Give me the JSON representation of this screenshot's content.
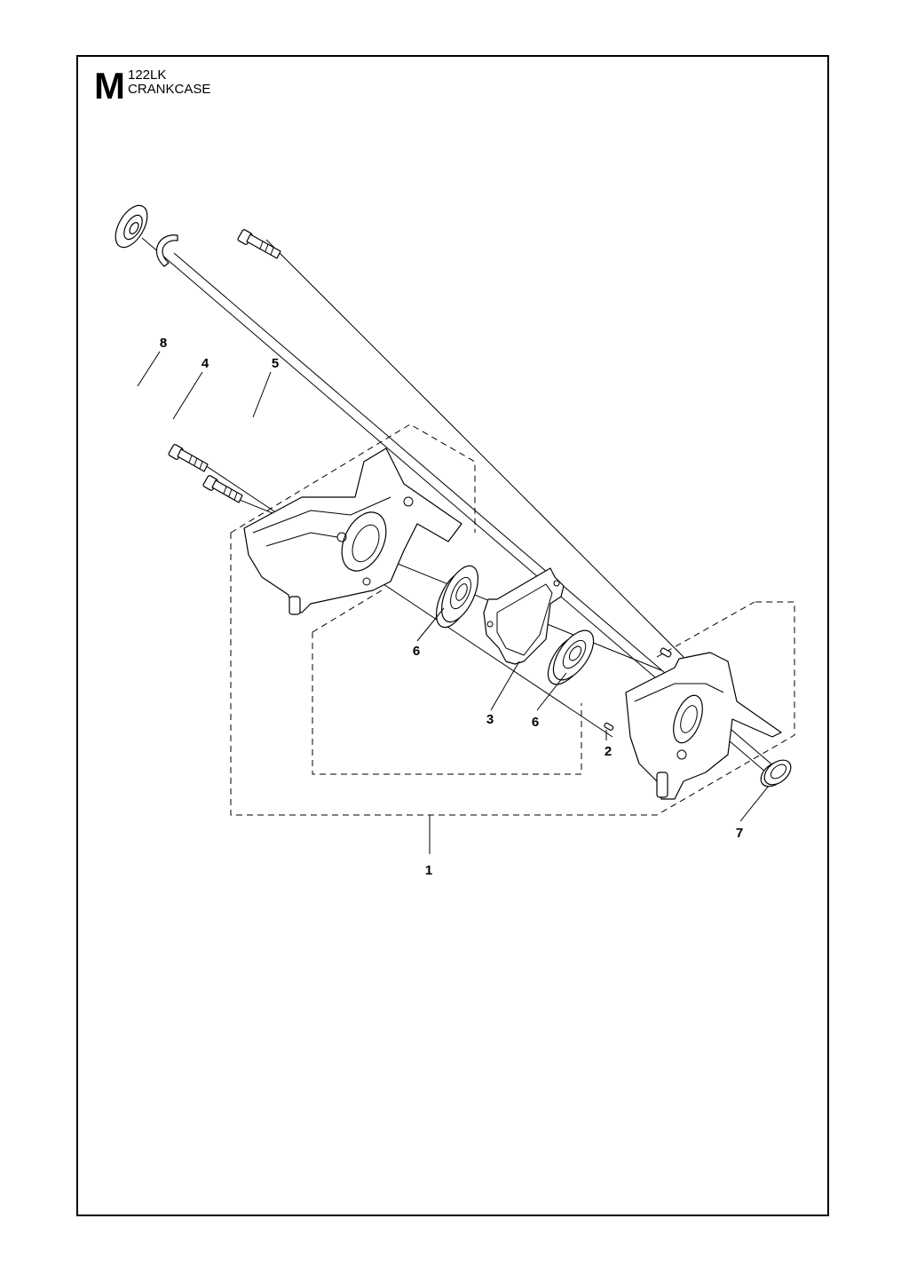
{
  "header": {
    "section_letter": "M",
    "model": "122LK",
    "title": "CRANKCASE"
  },
  "callouts": [
    {
      "id": "8",
      "label": "8"
    },
    {
      "id": "4",
      "label": "4"
    },
    {
      "id": "5",
      "label": "5"
    },
    {
      "id": "6a",
      "label": "6"
    },
    {
      "id": "3",
      "label": "3"
    },
    {
      "id": "6b",
      "label": "6"
    },
    {
      "id": "2",
      "label": "2"
    },
    {
      "id": "7",
      "label": "7"
    },
    {
      "id": "1",
      "label": "1"
    }
  ]
}
